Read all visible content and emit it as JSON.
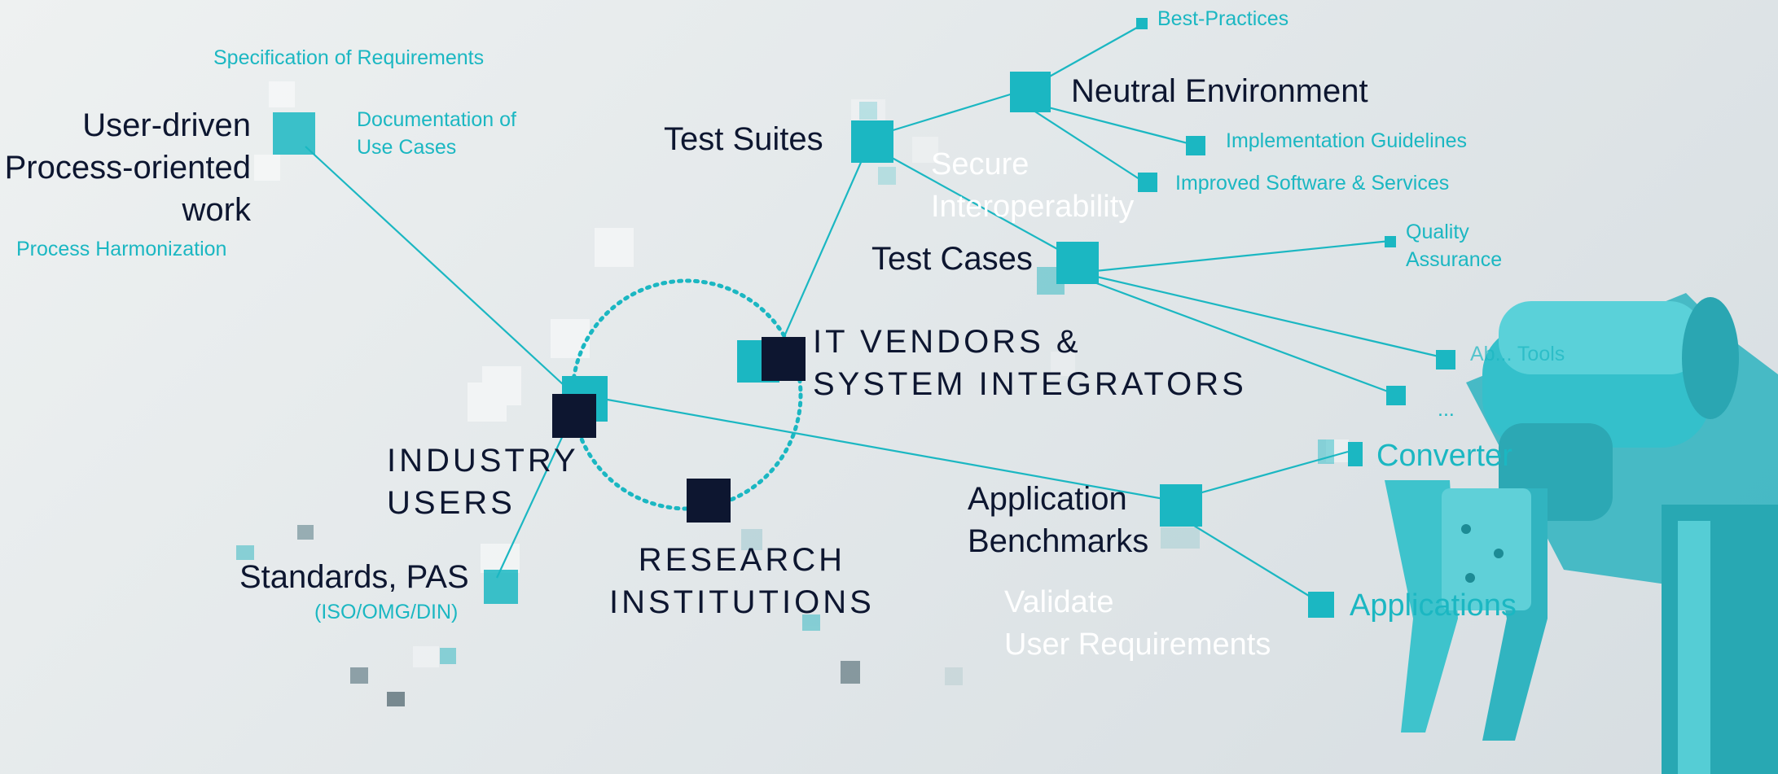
{
  "hub_labels": {
    "industry_users": [
      "INDUSTRY",
      "USERS"
    ],
    "it_vendors": [
      "IT VENDORS &",
      "SYSTEM INTEGRATORS"
    ],
    "research": [
      "RESEARCH",
      "INSTITUTIONS"
    ]
  },
  "left_branch": {
    "user_driven": [
      "User-driven",
      "Process-oriented",
      "work"
    ],
    "specification": "Specification of Requirements",
    "documentation": [
      "Documentation of",
      "Use Cases"
    ],
    "harmonization": "Process Harmonization",
    "standards": "Standards, PAS",
    "standards_bodies": "(ISO/OMG/DIN)"
  },
  "top_branch": {
    "test_suites": "Test Suites",
    "neutral_env": "Neutral Environment",
    "best_practices": "Best-Practices",
    "impl_guidelines": "Implementation Guidelines",
    "improved_software": "Improved Software & Services",
    "secure_interop": [
      "Secure",
      "Interoperability"
    ],
    "test_cases": "Test Cases",
    "quality_assurance": [
      "Quality",
      "Assurance"
    ],
    "tools": "Ab... Tools",
    "ellipsis": "..."
  },
  "bottom_branch": {
    "app_benchmarks": [
      "Application",
      "Benchmarks"
    ],
    "converter": "Converter",
    "applications": "Applications",
    "validate": [
      "Validate",
      "User Requirements"
    ]
  },
  "colors": {
    "accent_teal": "#1bb7c2",
    "navy": "#0d1630",
    "background": "#e6eaec"
  }
}
